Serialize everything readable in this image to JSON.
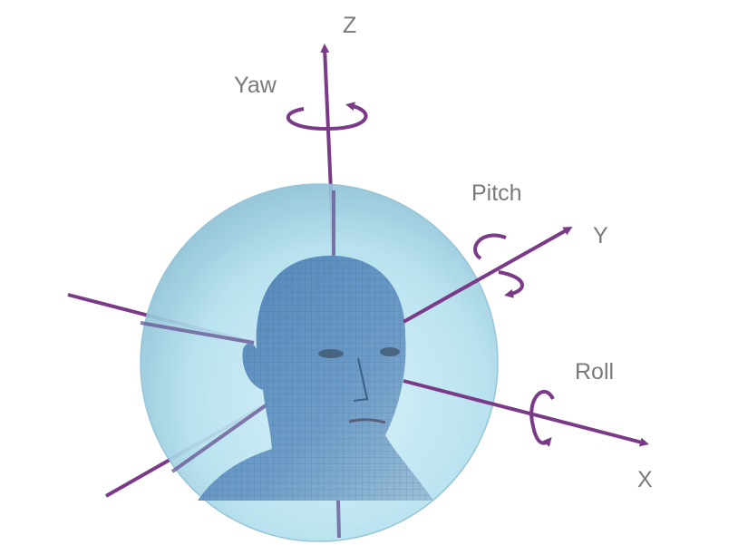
{
  "labels": {
    "z_axis": "Z",
    "y_axis": "Y",
    "x_axis": "X",
    "yaw": "Yaw",
    "pitch": "Pitch",
    "roll": "Roll"
  },
  "colors": {
    "axis": "#7a3a88",
    "label": "#7a7a7a",
    "sphere": "#a9dcec",
    "head": "#5b8fc0"
  },
  "icons": {
    "head": "wireframe-human-head",
    "sphere": "translucent-sphere"
  }
}
